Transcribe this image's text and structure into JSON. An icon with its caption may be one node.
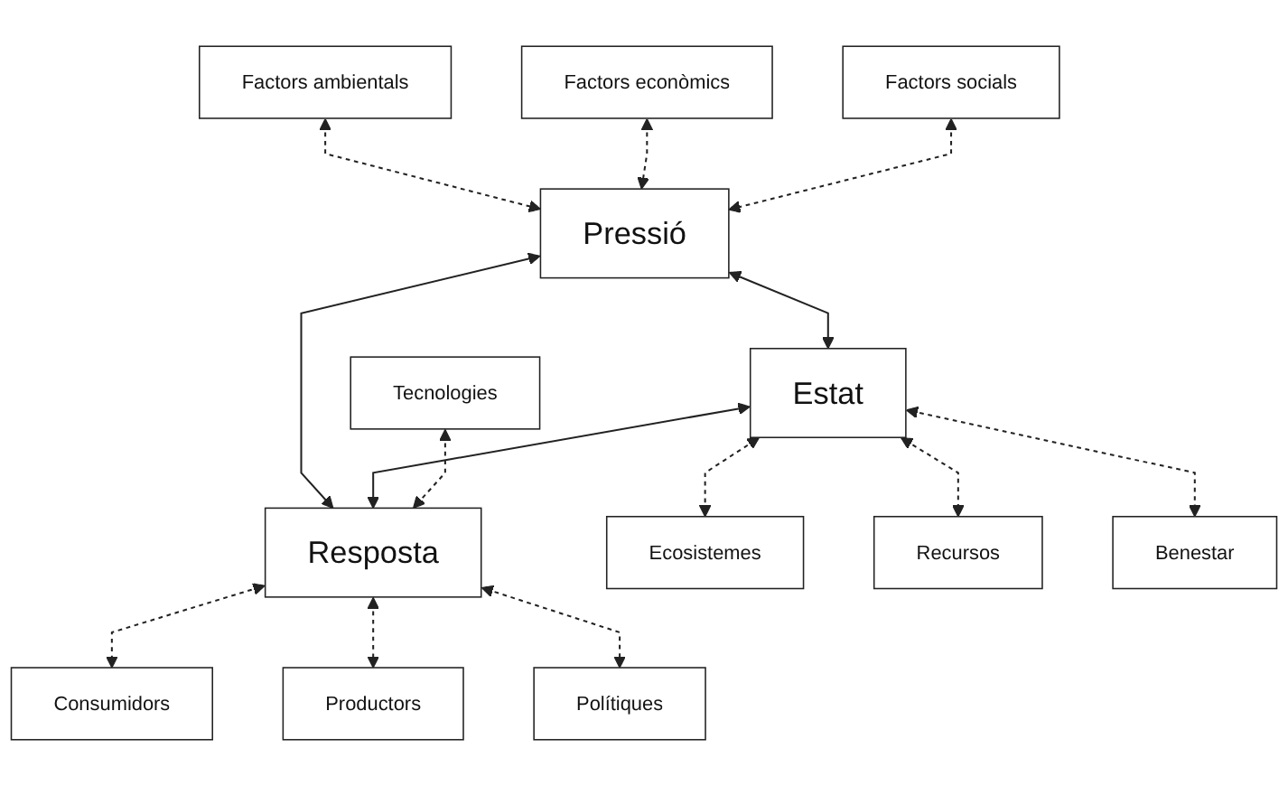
{
  "diagram": {
    "nodes": [
      {
        "text": [
          "Factors ambientals"
        ]
      },
      {
        "text": [
          "Factors econòmics"
        ]
      },
      {
        "text": [
          "Factors socials"
        ]
      },
      {
        "text": [
          "Pressió"
        ]
      },
      {
        "text": [
          "Estat"
        ]
      },
      {
        "text": [
          "Resposta"
        ]
      },
      {
        "text": [
          "Ecosistemes"
        ]
      },
      {
        "text": [
          "Recursos"
        ]
      },
      {
        "text": [
          "Benestar"
        ]
      },
      {
        "text": [
          "Tecnologies"
        ]
      },
      {
        "text": [
          "Consumidors"
        ]
      },
      {
        "text": [
          "Productors"
        ]
      },
      {
        "text": [
          "Polítiques"
        ]
      }
    ],
    "edges": [
      {
        "from": 0,
        "to": 3,
        "arrow": "both",
        "style": "dashed"
      },
      {
        "from": 1,
        "to": 3,
        "arrow": "both",
        "style": "dashed"
      },
      {
        "from": 2,
        "to": 3,
        "arrow": "both",
        "style": "dashed"
      },
      {
        "from": 3,
        "to": 4,
        "arrow": "both"
      },
      {
        "from": 3,
        "to": 5,
        "arrow": "both"
      },
      {
        "from": 4,
        "to": 5,
        "arrow": "both"
      },
      {
        "from": 4,
        "to": 6,
        "arrow": "both",
        "style": "dashed"
      },
      {
        "from": 4,
        "to": 7,
        "arrow": "both",
        "style": "dashed"
      },
      {
        "from": 4,
        "to": 8,
        "arrow": "both",
        "style": "dashed"
      },
      {
        "from": 9,
        "to": 5,
        "arrow": "both",
        "style": "dashed"
      },
      {
        "from": 5,
        "to": 10,
        "arrow": "both",
        "style": "dashed"
      },
      {
        "from": 5,
        "to": 11,
        "arrow": "both",
        "style": "dashed"
      },
      {
        "from": 5,
        "to": 12,
        "arrow": "both",
        "style": "dashed"
      }
    ]
  }
}
